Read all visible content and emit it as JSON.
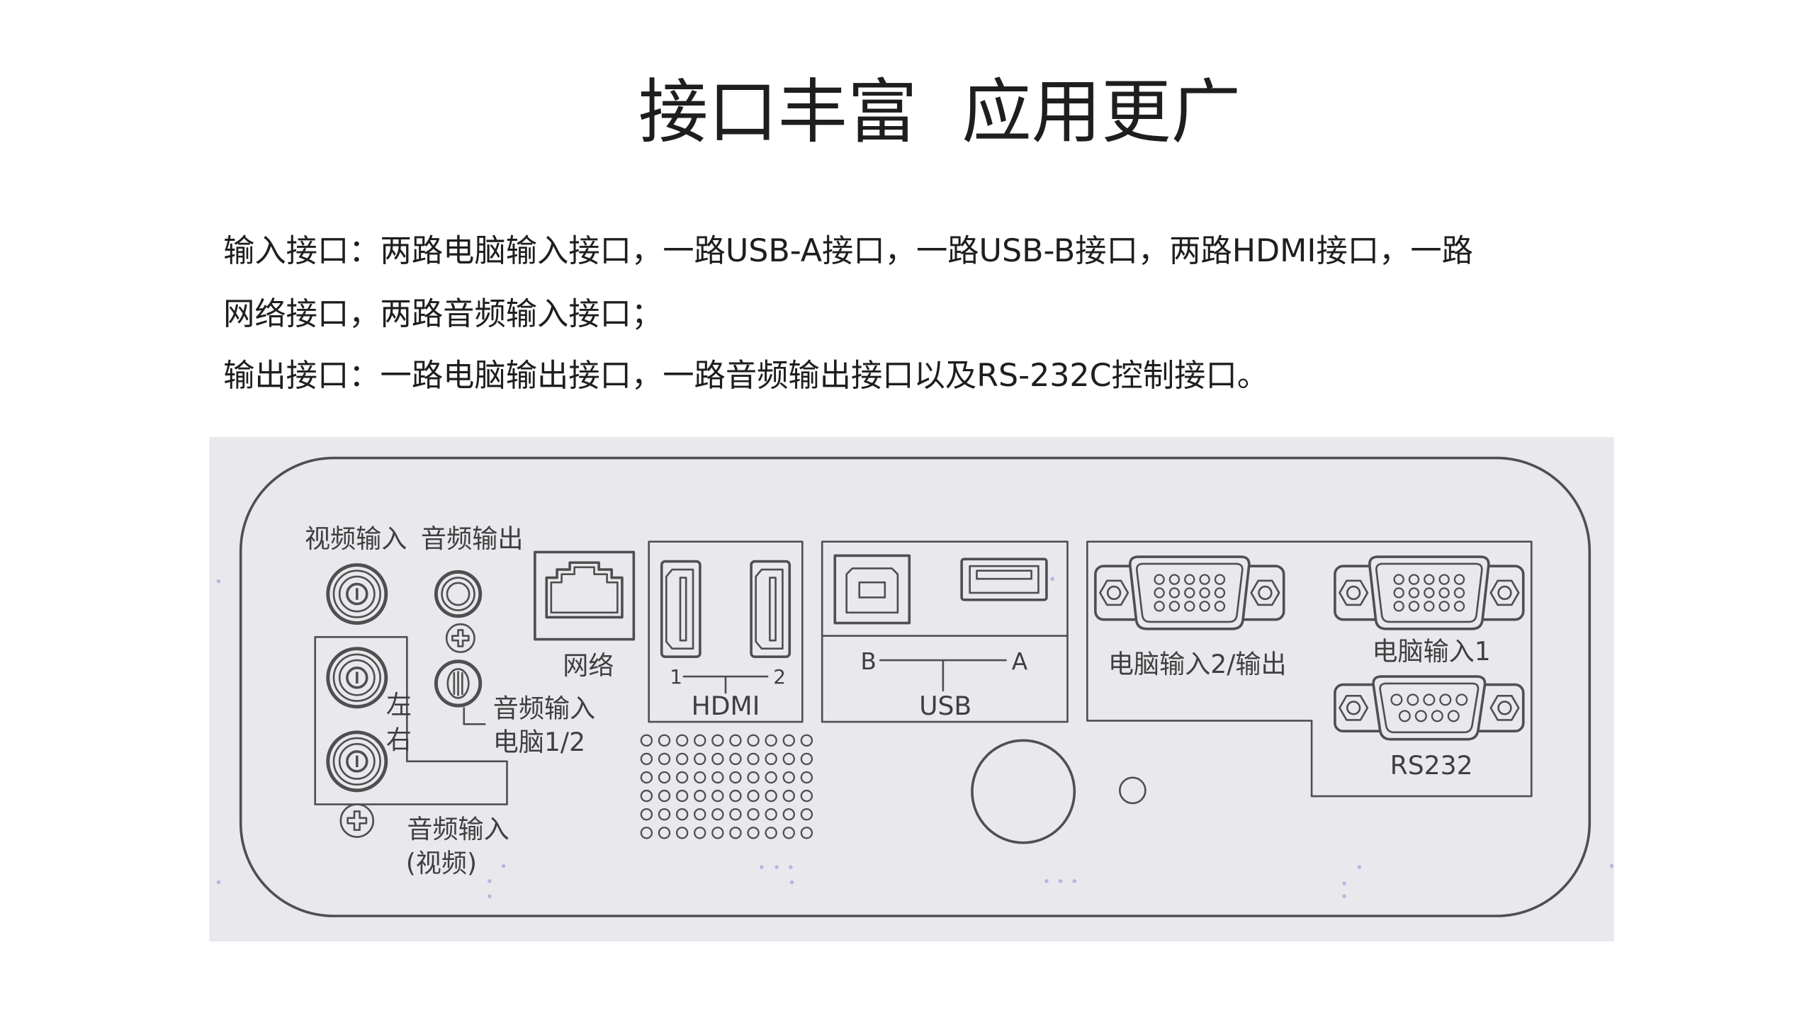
{
  "title": "接口丰富  应用更广",
  "description": {
    "lines": [
      "输入接口：两路电脑输入接口，一路USB-A接口，一路USB-B接口，两路HDMI接口，一路",
      "网络接口，两路音频输入接口；",
      "输出接口：一路电脑输出接口，一路音频输出接口以及RS-232C控制接口。"
    ]
  },
  "panel": {
    "av": {
      "video_in_label": "视频输入",
      "audio_out_label": "音频输出",
      "left_label": "左",
      "right_label": "右",
      "pc_audio_in_label": "音频输入",
      "pc_audio_in_sublabel": "电脑1/2",
      "video_audio_in_label": "音频输入",
      "video_audio_in_sublabel": "(视频)"
    },
    "network": {
      "label": "网络"
    },
    "hdmi": {
      "label": "HDMI",
      "port_1": "1",
      "port_2": "2"
    },
    "usb": {
      "label": "USB",
      "port_b": "B",
      "port_a": "A"
    },
    "vga": {
      "pc_input_2_output_label": "电脑输入2/输出",
      "pc_input_1_label": "电脑输入1"
    },
    "serial": {
      "label": "RS232"
    }
  },
  "icons": [
    "rca-jack-icon",
    "screw-icon",
    "rj45-port-icon",
    "hdmi-port-icon",
    "usb-b-port-icon",
    "usb-a-port-icon",
    "vga-port-icon",
    "db9-port-icon",
    "speaker-grille-icon"
  ],
  "colors": {
    "background": "#ffffff",
    "panel": "#e9e9ed",
    "line": "#4f4f4f",
    "text": "#1e1e1e",
    "label": "#3f3f3f",
    "decor_dots": "#b7b7e3"
  }
}
